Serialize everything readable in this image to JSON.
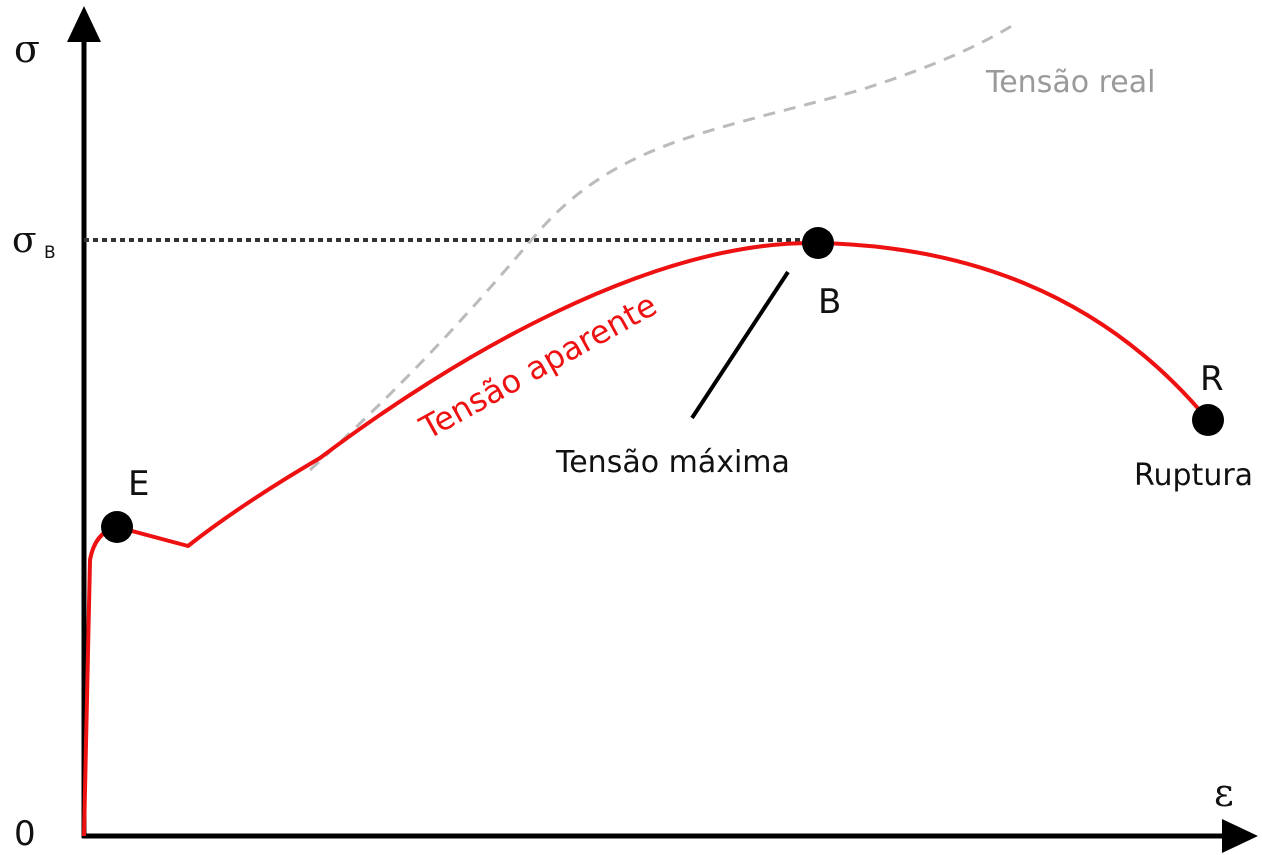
{
  "axes": {
    "y_label": "σ",
    "x_label": "ε",
    "origin_label": "0",
    "y_tick_main": "σ",
    "y_tick_sub": "B"
  },
  "points": {
    "elastic": "E",
    "max": "B",
    "rupture": "R"
  },
  "annotations": {
    "real_stress": "Tensão real",
    "apparent_stress": "Tensão aparente",
    "max_stress": "Tensão máxima",
    "rupture": "Ruptura"
  },
  "colors": {
    "apparent_curve": "#ee1111",
    "real_curve": "#bbbbbb",
    "axes": "#000000",
    "guide_line": "#333333",
    "real_label": "#9a9a9a"
  }
}
